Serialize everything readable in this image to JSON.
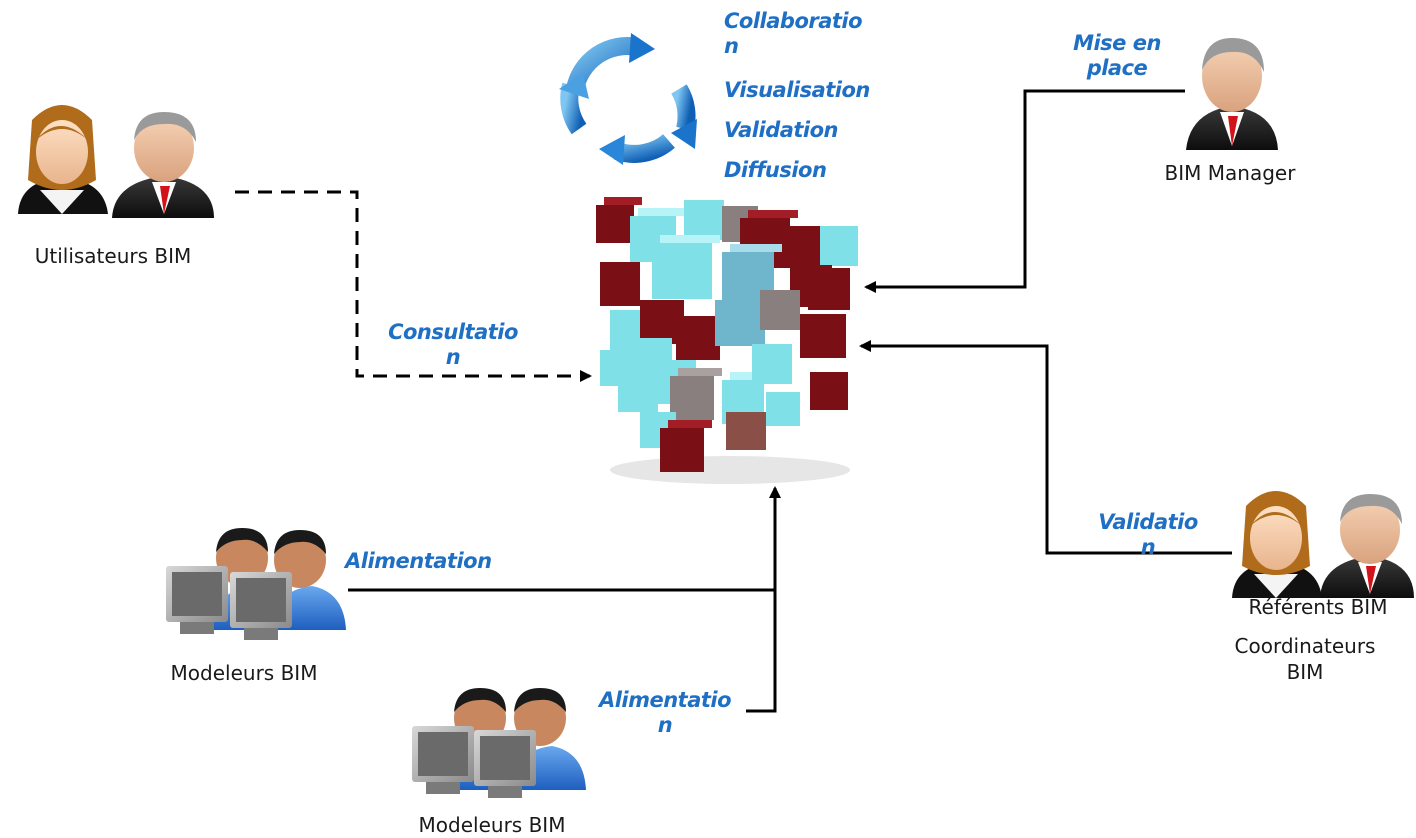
{
  "process_words": [
    "Collaboration",
    "Visualisation",
    "Validation",
    "Diffusion"
  ],
  "actors": {
    "utilisateurs": "Utilisateurs BIM",
    "bim_manager": "BIM Manager",
    "referents": "Référents BIM",
    "coordinateurs": "Coordinateurs BIM",
    "modeleurs_1": "Modeleurs BIM",
    "modeleurs_2": "Modeleurs BIM"
  },
  "flows": {
    "consultation": "Consultation",
    "mise_en_place": "Mise en place",
    "validation": "Validation",
    "alimentation_1": "Alimentation",
    "alimentation_2": "Alimentation"
  },
  "colors": {
    "accent_text": "#1f6fc4",
    "cube_dark_red": "#7a0f16",
    "cube_cyan": "#7fe0e8",
    "cube_grey": "#8a7f7f"
  },
  "icons": {
    "cycle": "circular-arrows-icon",
    "users": "business-users-icon",
    "manager": "manager-icon",
    "modelers": "computer-users-icon",
    "model": "cube-cluster-icon"
  }
}
